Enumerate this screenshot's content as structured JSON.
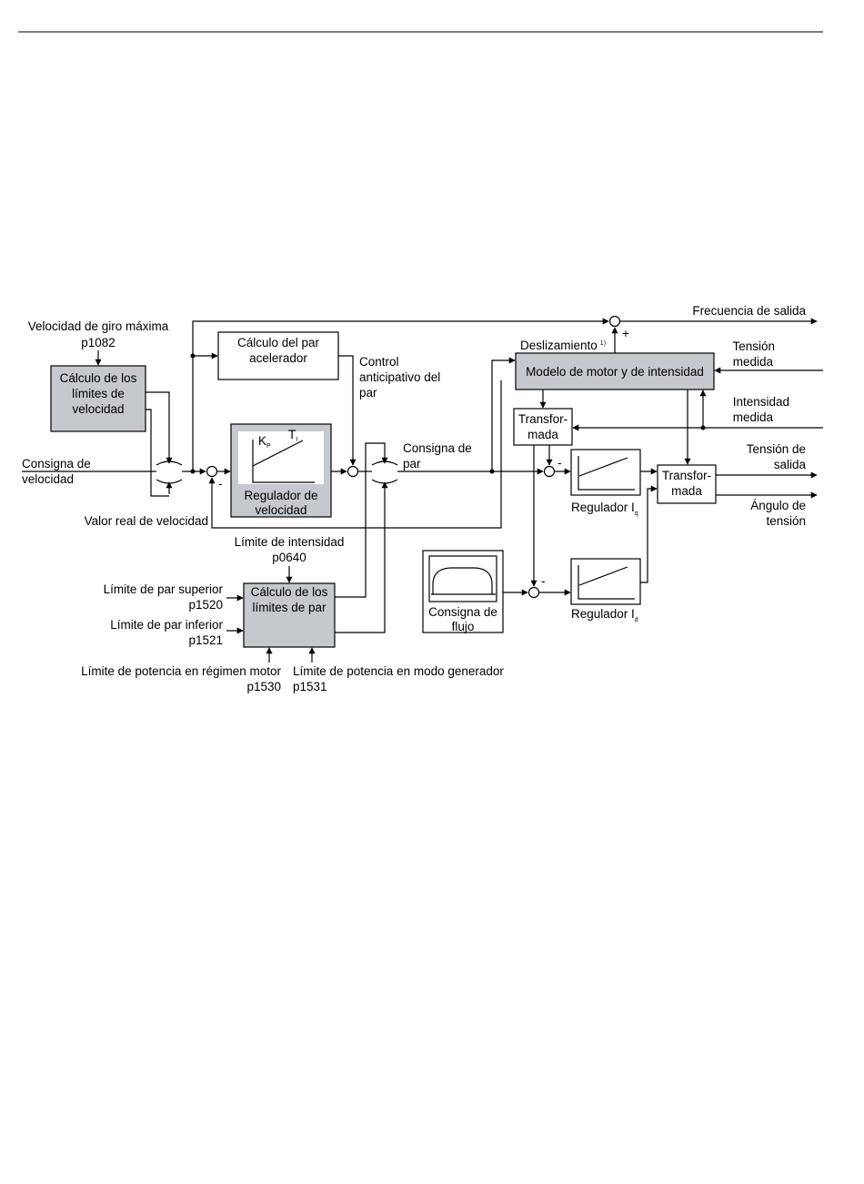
{
  "diagram": {
    "blocks": {
      "speed_limits": [
        "Cálculo de los",
        "límites de",
        "velocidad"
      ],
      "accel_torque": [
        "Cálculo del par",
        "acelerador"
      ],
      "speed_controller": {
        "kp": "K",
        "kp_sub": "P",
        "ti": "T",
        "ti_sub": "I",
        "label": [
          "Regulador de",
          "velocidad"
        ]
      },
      "torque_limits": [
        "Cálculo de los",
        "límites de par"
      ],
      "motor_model": "Modelo de motor y de intensidad",
      "transform_1": [
        "Transfor-",
        "mada"
      ],
      "transform_2": [
        "Transfor-",
        "mada"
      ],
      "iq_controller": {
        "label": "Regulador I",
        "sub": "q"
      },
      "id_controller": {
        "label": "Regulador I",
        "sub": "d"
      },
      "flux_setpoint": [
        "Consigna de",
        "flujo"
      ]
    },
    "labels": {
      "max_speed": [
        "Velocidad de giro máxima",
        "p1082"
      ],
      "speed_setpoint": [
        "Consigna de",
        "velocidad"
      ],
      "actual_speed": "Valor real de velocidad",
      "feedforward": [
        "Control",
        "anticipativo del",
        "par"
      ],
      "torque_setpoint": [
        "Consigna de",
        "par"
      ],
      "current_limit": [
        "Límite de intensidad",
        "p0640"
      ],
      "upper_torque": [
        "Límite de par superior",
        "p1520"
      ],
      "lower_torque": [
        "Límite de par inferior",
        "p1521"
      ],
      "motor_power": [
        "Límite de potencia en régimen motor",
        "p1530"
      ],
      "gen_power": [
        "Límite de potencia en modo generador",
        "p1531"
      ],
      "slip": "Deslizamiento",
      "slip_note": "1)",
      "output_freq": "Frecuencia de salida",
      "measured_voltage": [
        "Tensión",
        "medida"
      ],
      "measured_current": [
        "Intensidad",
        "medida"
      ],
      "output_voltage": [
        "Tensión de",
        "salida"
      ],
      "voltage_angle": [
        "Ángulo de",
        "tensión"
      ],
      "minus": "-",
      "plus": "+"
    }
  }
}
